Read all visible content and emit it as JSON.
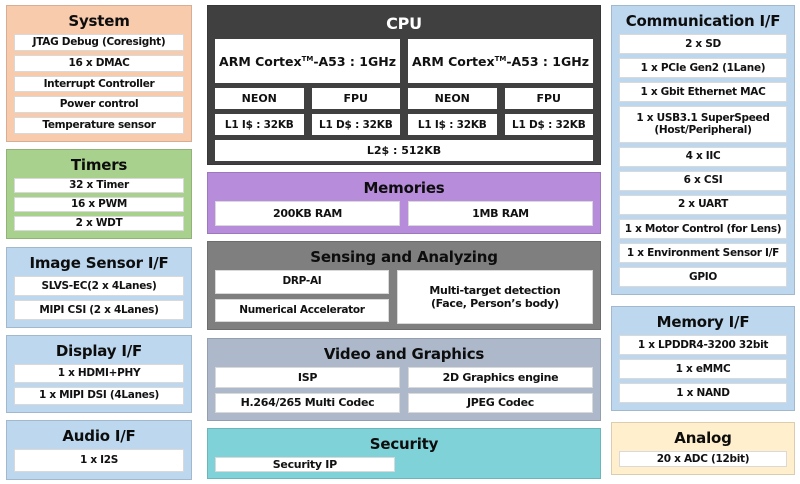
{
  "left": {
    "system": {
      "title": "System",
      "items": [
        "JTAG Debug (Coresight)",
        "16 x DMAC",
        "Interrupt Controller",
        "Power control",
        "Temperature sensor"
      ]
    },
    "timers": {
      "title": "Timers",
      "items": [
        "32 x Timer",
        "16 x PWM",
        "2 x WDT"
      ]
    },
    "image_sensor": {
      "title": "Image Sensor I/F",
      "items": [
        "SLVS-EC(2 x 4Lanes)",
        "MIPI CSI (2 x 4Lanes)"
      ]
    },
    "display": {
      "title": "Display I/F",
      "items": [
        "1 x HDMI+PHY",
        "1 x MIPI DSI (4Lanes)"
      ]
    },
    "audio": {
      "title": "Audio I/F",
      "items": [
        "1 x I2S"
      ]
    }
  },
  "center": {
    "cpu": {
      "title": "CPU",
      "cores": [
        {
          "prefix": "ARM Cortex",
          "sup": "TM",
          "suffix": "-A53 : 1GHz"
        },
        {
          "prefix": "ARM Cortex",
          "sup": "TM",
          "suffix": "-A53 : 1GHz"
        }
      ],
      "units": [
        "NEON",
        "FPU",
        "NEON",
        "FPU"
      ],
      "l1": [
        "L1 I$ : 32KB",
        "L1 D$ : 32KB",
        "L1 I$ : 32KB",
        "L1 D$ : 32KB"
      ],
      "l2": "L2$ : 512KB"
    },
    "memories": {
      "title": "Memories",
      "items": [
        "200KB RAM",
        "1MB RAM"
      ]
    },
    "sensing": {
      "title": "Sensing and Analyzing",
      "left_items": [
        "DRP-AI",
        "Numerical Accelerator"
      ],
      "right_lines": [
        "Multi-target detection",
        "(Face, Person’s body)"
      ]
    },
    "video": {
      "title": "Video and Graphics",
      "items": [
        "ISP",
        "2D Graphics engine",
        "H.264/265 Multi Codec",
        "JPEG Codec"
      ]
    },
    "security": {
      "title": "Security",
      "items": [
        "Security IP"
      ]
    }
  },
  "right": {
    "communication": {
      "title": "Communication I/F",
      "items_top": [
        "2 x SD",
        "1 x PCIe Gen2 (1Lane)",
        "1 x Gbit Ethernet MAC"
      ],
      "usb_lines": [
        "1 x USB3.1 SuperSpeed",
        "(Host/Peripheral)"
      ],
      "items_bottom": [
        "4 x IIC",
        "6 x CSI",
        "2 x UART",
        "1 x Motor Control (for Lens)",
        "1 x Environment Sensor I/F",
        "GPIO"
      ]
    },
    "memory_if": {
      "title": "Memory I/F",
      "items": [
        "1 x LPDDR4-3200 32bit",
        "1 x eMMC",
        "1 x NAND"
      ]
    },
    "analog": {
      "title": "Analog",
      "items": [
        "20 x ADC (12bit)"
      ]
    }
  },
  "colors": {
    "system_bg": "#F8CBAD",
    "timers_bg": "#A9D18E",
    "io_bg": "#BDD7EE",
    "cpu_bg": "#404040",
    "cpu_title_text": "#FFFFFF",
    "memories_bg": "#B68CDB",
    "sensing_bg": "#7F7F7F",
    "video_bg": "#ADB9CA",
    "security_bg": "#7FD3D8",
    "analog_bg": "#FFEFCD",
    "item_bg": "#FFFFFF",
    "text": "#111111"
  }
}
